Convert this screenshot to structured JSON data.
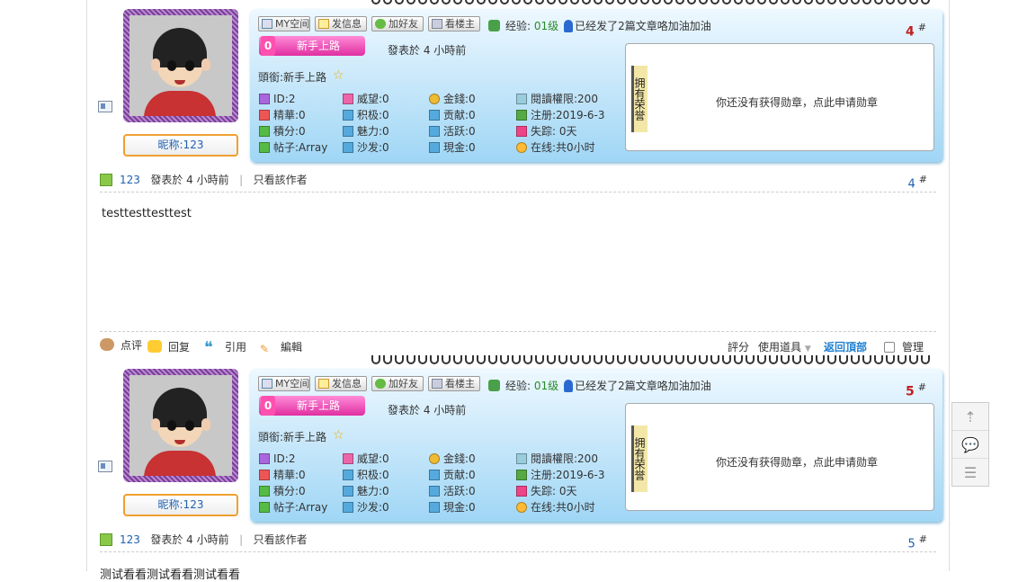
{
  "toolbar": {
    "space": "MY空间",
    "message": "发信息",
    "add_friend": "加好友",
    "view_floor": "看楼主"
  },
  "user": {
    "nickname": "昵称:123",
    "rank_level": "0",
    "rank_name": "新手上路",
    "title_label": "頭銜:新手上路",
    "exp_label": "经验:",
    "exp_level": "01级",
    "posts_msg": "已经发了2篇文章咯加油加油",
    "name": "123"
  },
  "stats": {
    "id": "ID:2",
    "elite": "精華:0",
    "points": "積分:0",
    "threads": "帖子:Array",
    "prestige": "威望:0",
    "activity": "积极:0",
    "charm": "魅力:0",
    "sand": "沙发:0",
    "money": "金錢:0",
    "contribution": "贡献:0",
    "active": "活跃:0",
    "cash": "現金:0",
    "read_perm": "閱讀權限:200",
    "register": "注册:2019-6-3",
    "missing": "失踪: 0天",
    "online": "在线:共0小时"
  },
  "medal": {
    "tag": "拥有荣誉",
    "empty_text": "你还没有获得勋章，点此申请勋章"
  },
  "posts": [
    {
      "floor": "4",
      "post_time": "發表於 4 小時前",
      "author": "123",
      "author_time": "發表於 4 小時前",
      "only_author": "只看該作者",
      "content": "testtesttesttest"
    },
    {
      "floor": "5",
      "post_time": "發表於 4 小時前",
      "author": "123",
      "author_time": "發表於 4 小時前",
      "only_author": "只看該作者",
      "content": "测试看看测试看看测试看看"
    }
  ],
  "floor_suffix": "#",
  "separator": "|",
  "actions": {
    "comment": "点评",
    "reply": "回复",
    "quote": "引用",
    "edit": "編輯",
    "rate": "評分",
    "use_tool": "使用道具",
    "back_top": "返回頂部",
    "manage": "管理"
  },
  "sidebar": {
    "top_icon": "back-to-top-icon",
    "chat_icon": "quick-reply-icon",
    "list_icon": "list-icon"
  }
}
